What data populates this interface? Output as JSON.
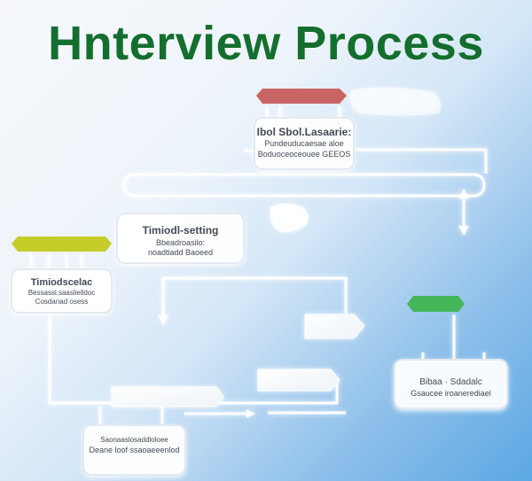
{
  "title": "Hnterview Process",
  "boxes": {
    "box1": {
      "line1": "Ibol Sbol.Lasaarie:",
      "line2": "Pundeuducaesae aloe",
      "line3": "Boduoceoceouee GEEOS"
    },
    "box2": {
      "line1": "Timiodl-setting",
      "line2": "Bbeadroasilo:",
      "line3": "noadtiadd Baoeed"
    },
    "box3": {
      "line1": "Timiodscelac",
      "line2": "Bessassl.saaslielldoc",
      "line3": "Cosdanad osess"
    },
    "box4": {
      "line1": "Bibaa · Sdadalc",
      "line2": "Gsaucee iroanerediael"
    },
    "box5": {
      "line1": "Saonaaslosaddloloee",
      "line2": "Deane loof ssaoaeeenlod"
    }
  },
  "colors": {
    "title": "#146f2e",
    "tag_red": "#c96464",
    "tag_yellow": "#c6cd2b",
    "tag_green": "#45b55a",
    "connector": "#ffffff"
  }
}
